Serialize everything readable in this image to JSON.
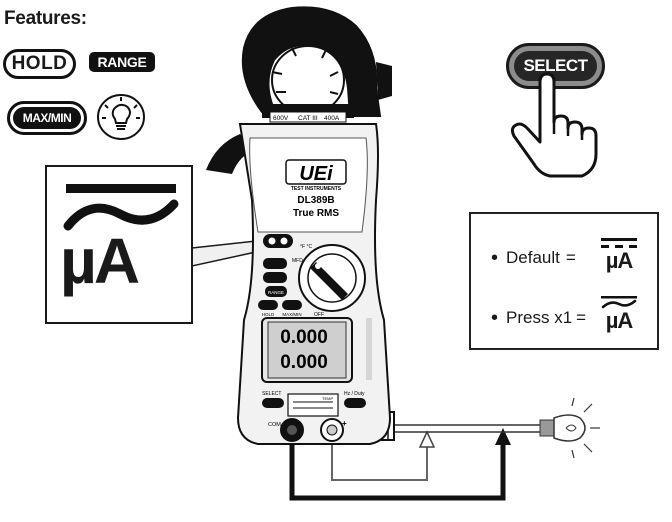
{
  "features": {
    "title": "Features:",
    "hold_label": "HOLD",
    "range_label": "RANGE",
    "maxmin_label": "MAX/MIN",
    "backlight_icon": "lightbulb-icon"
  },
  "select_button": {
    "label": "SELECT",
    "hand_icon": "pointing-hand-icon"
  },
  "display_symbol": {
    "unit": "µA",
    "symbol_icon": "ac-wave-icon"
  },
  "modes": [
    {
      "label": "Default",
      "unit": "µA",
      "symbol_icon": "dc-symbol-icon"
    },
    {
      "label": "Press x1",
      "unit": "µA",
      "symbol_icon": "ac-wave-icon"
    }
  ],
  "meter": {
    "brand": "UEi",
    "brand_sub": "TEST INSTRUMENTS",
    "model": "DL389B",
    "feature": "True RMS",
    "rating_volts": "600V",
    "rating_cat": "CAT III",
    "rating_amps": "400A",
    "btn_range": "RANGE",
    "btn_hold": "HOLD",
    "btn_maxmin": "MAX/MIN",
    "dial_off": "OFF",
    "dial_mfd": "MFD",
    "dial_temp": "°F °C",
    "btn_select": "SELECT",
    "btn_hz": "Hz / Duty",
    "readout_top": "0.000",
    "readout_bottom": "0.000",
    "jack_com": "COM",
    "jack_temp": "TEMP",
    "jack_plus": "+"
  },
  "colors": {
    "ink": "#1a1a1a",
    "meter_body": "#f2f2f2",
    "meter_shade": "#d6d6d6",
    "lcd": "#cfcfcf",
    "select_ring": "#8c8c8c"
  }
}
